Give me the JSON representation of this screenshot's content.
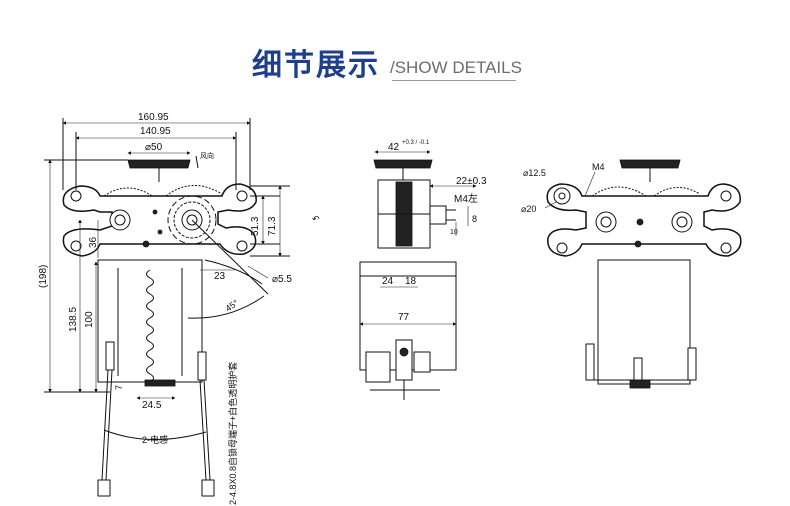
{
  "header": {
    "title_cn": "细节展示",
    "title_en": "/SHOW DETAILS"
  },
  "front_view": {
    "width_total": "160.95",
    "width_holes": "140.95",
    "gear_dia": "⌀50",
    "wind_label": "风向",
    "height_total": "(198)",
    "height_1": "138.5",
    "height_2": "100",
    "height_3": "36",
    "height_4": "7",
    "mount_1": "51.3",
    "mount_2": "71.3",
    "small_offset": "23",
    "hole_dia": "⌀5.5",
    "angle": "45°",
    "bottom_width": "24.5",
    "wire_label": "2-电感",
    "terminal_note": "2-4.8X0.8自锁母端子+白色透明护套",
    "rotation_mark": "↶"
  },
  "side_view": {
    "top_dim": "42",
    "top_tol": "+0.3 / -0.1",
    "shaft_dim": "22±0.3",
    "thread": "M4左",
    "dim_8": "8",
    "dim_10": "10",
    "dim_24": "24",
    "dim_18": "18",
    "dim_77": "77"
  },
  "back_view": {
    "dim_12_5": "⌀12.5",
    "thread": "M4",
    "dim_20": "⌀20"
  }
}
